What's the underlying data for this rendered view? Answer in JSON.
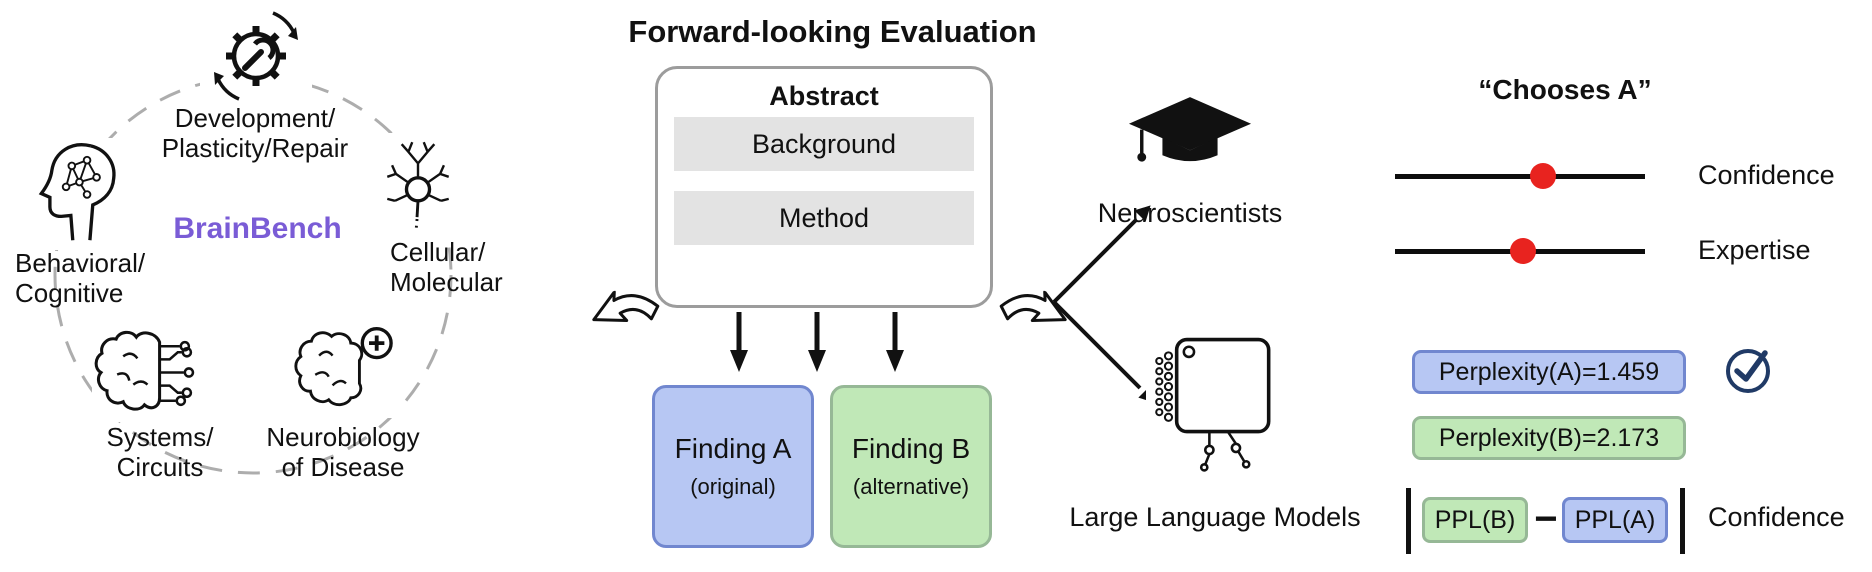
{
  "brainbench": {
    "title": "BrainBench",
    "categories": {
      "development": "Development/\nPlasticity/Repair",
      "behavioral": "Behavioral/\nCognitive",
      "cellular": "Cellular/\nMolecular",
      "systems": "Systems/\nCircuits",
      "disease": "Neurobiology\nof Disease"
    }
  },
  "evaluation": {
    "title": "Forward-looking Evaluation",
    "abstract_title": "Abstract",
    "sections": {
      "background": "Background",
      "method": "Method"
    },
    "finding_a": {
      "label": "Finding A",
      "sublabel": "(original)"
    },
    "finding_b": {
      "label": "Finding B",
      "sublabel": "(alternative)"
    }
  },
  "evaluators": {
    "neuroscientists": "Neuroscientists",
    "llms": "Large Language Models"
  },
  "human_judgment": {
    "choice": "“Chooses A”",
    "confidence_label": "Confidence",
    "expertise_label": "Expertise",
    "confidence_pct": 59,
    "expertise_pct": 51
  },
  "model_judgment": {
    "perplexity_a": "Perplexity(A)=1.459",
    "perplexity_b": "Perplexity(B)=2.173",
    "ppl_b": "PPL(B)",
    "minus": "−",
    "ppl_a": "PPL(A)",
    "confidence_label": "Confidence"
  },
  "colors": {
    "finding_a_fill": "#b7c7f3",
    "finding_a_border": "#7187cf",
    "finding_b_fill": "#c0e8b7",
    "finding_b_border": "#96b896",
    "brainbench_purple": "#7a5cd6",
    "slider_dot_red": "#e8231f",
    "check_navy": "#203a66",
    "section_bar_gray": "#e3e3e3"
  }
}
